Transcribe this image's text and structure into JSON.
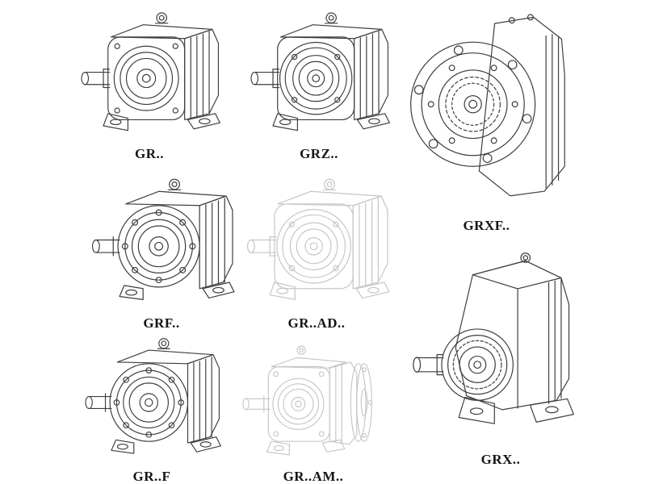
{
  "colors": {
    "background": "#ffffff",
    "line": "#3e3e3e",
    "ghost_line": "#c6c6c6",
    "label_text": "#141414"
  },
  "items": [
    {
      "id": "gr",
      "label": "GR..",
      "mounting": "foot-mounted",
      "style": "solid"
    },
    {
      "id": "grz",
      "label": "GRZ..",
      "mounting": "foot-mounted",
      "style": "solid"
    },
    {
      "id": "grxf",
      "label": "GRXF..",
      "mounting": "flange-mounted",
      "style": "solid"
    },
    {
      "id": "grf",
      "label": "GRF..",
      "mounting": "flange-mounted",
      "style": "solid"
    },
    {
      "id": "grad",
      "label": "GR..AD..",
      "mounting": "foot-mounted",
      "style": "ghost"
    },
    {
      "id": "grx",
      "label": "GRX..",
      "mounting": "foot-mounted",
      "style": "solid"
    },
    {
      "id": "grf2",
      "label": "GR..F",
      "mounting": "flange-mounted",
      "style": "solid"
    },
    {
      "id": "gram",
      "label": "GR..AM..",
      "mounting": "flange-mounted",
      "style": "ghost"
    }
  ]
}
